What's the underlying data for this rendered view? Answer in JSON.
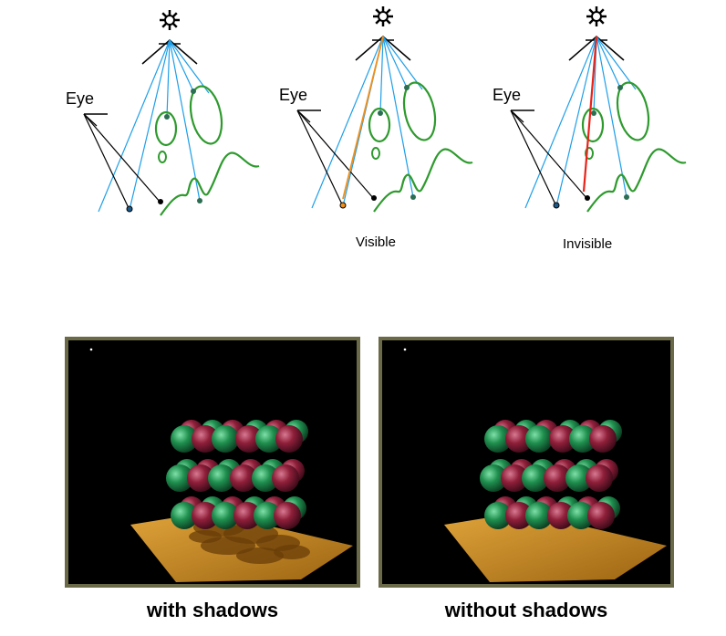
{
  "diagrams": [
    {
      "eye_label": "Eye",
      "caption": ""
    },
    {
      "eye_label": "Eye",
      "caption": "Visible"
    },
    {
      "eye_label": "Eye",
      "caption": "Invisible"
    }
  ],
  "renders": [
    {
      "caption": "with shadows",
      "shadows": true
    },
    {
      "caption": "without shadows",
      "shadows": false
    }
  ],
  "colors": {
    "light_ray": "#1e9fe8",
    "eye_ray": "#000000",
    "surface": "#2e9a2e",
    "visible_ray": "#f0901a",
    "blocked_ray": "#e8231a",
    "point": "#2b6e52",
    "frame_border": "#6b6a48",
    "floor": "#c98a1f",
    "sphere_green": "#1f8f4e",
    "sphere_red": "#8f1f3a"
  }
}
